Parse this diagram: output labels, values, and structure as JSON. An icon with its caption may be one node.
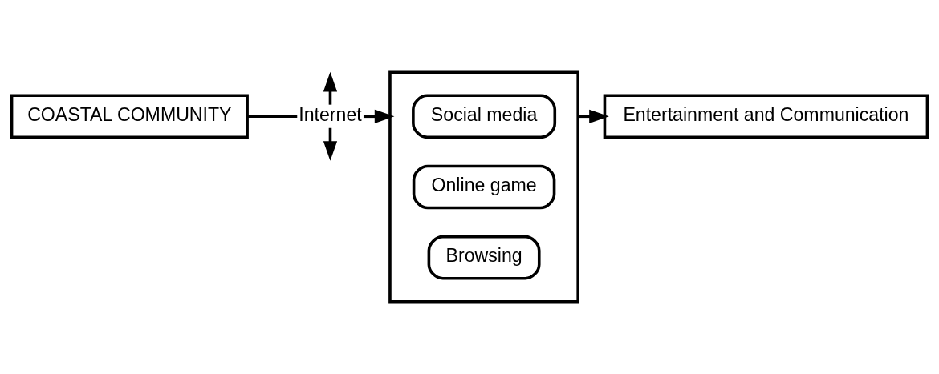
{
  "diagram": {
    "nodes": [
      {
        "text": [
          "COASTAL COMMUNITY"
        ]
      },
      {
        "text": [
          "Internet"
        ]
      },
      {
        "text": [],
        "shape": "box"
      },
      {
        "text": [
          "Social media"
        ],
        "in": 2
      },
      {
        "text": [
          "Online game"
        ],
        "in": 2
      },
      {
        "text": [
          "Browsing"
        ],
        "in": 2
      },
      {
        "text": [
          "Entertainment and Communication"
        ]
      }
    ],
    "edges": [
      {
        "from": 0,
        "to": 1,
        "arrow": "none"
      },
      {
        "from": 1,
        "to": 2,
        "arrow": "to"
      },
      {
        "from": 2,
        "to": 6,
        "arrow": "to"
      },
      {
        "from": 1,
        "to": null,
        "arrow": "to"
      },
      {
        "from": 1,
        "to": null,
        "arrow": "to"
      }
    ]
  }
}
